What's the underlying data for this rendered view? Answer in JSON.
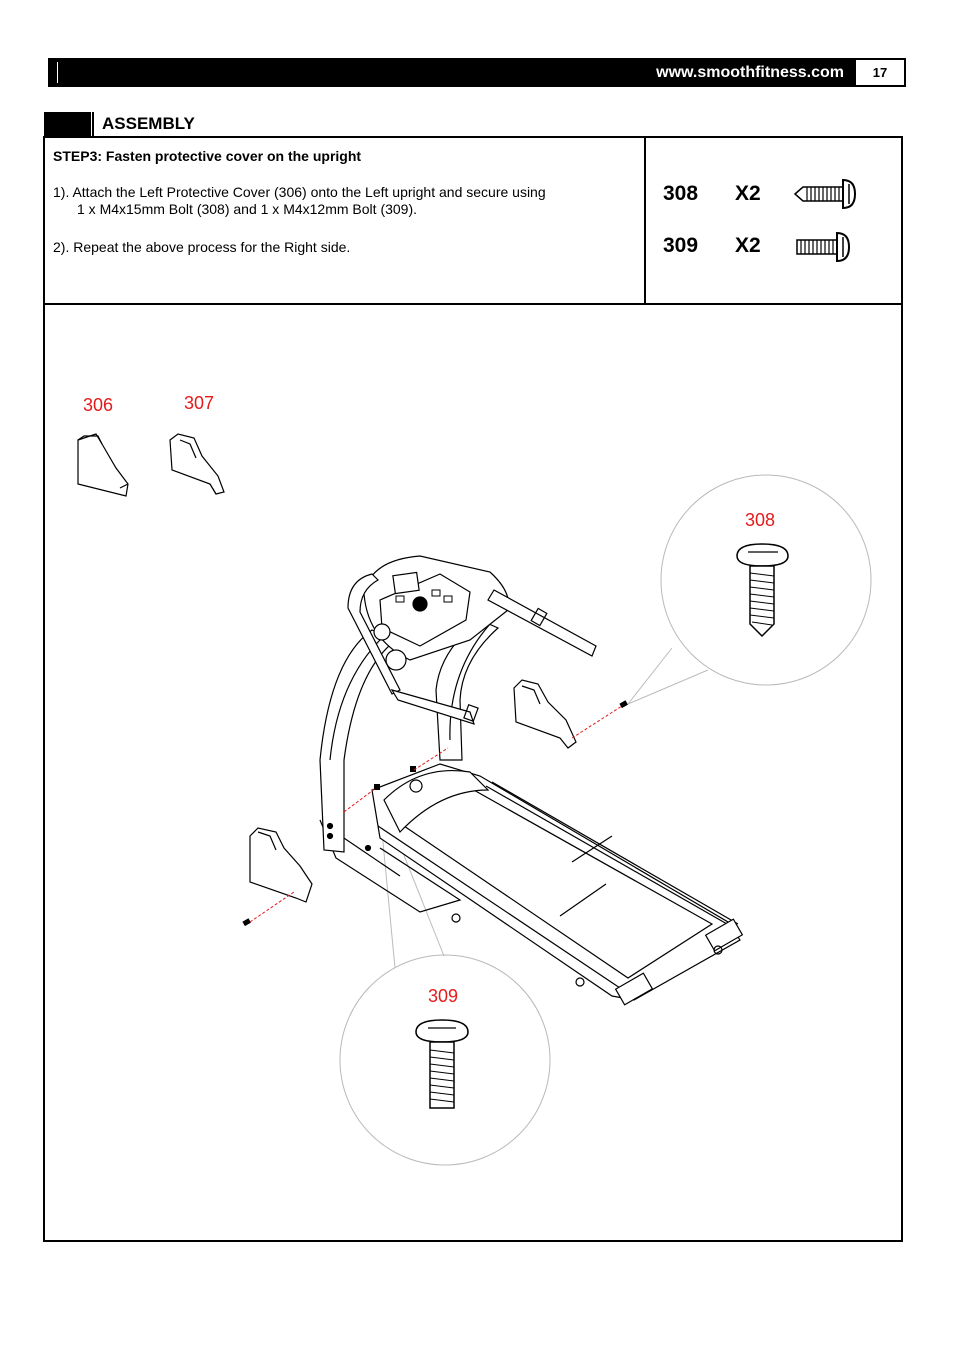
{
  "header": {
    "url": "www.smoothfitness.com",
    "page_number": "17"
  },
  "section": {
    "title": "ASSEMBLY"
  },
  "step": {
    "title": "STEP3: Fasten protective cover on the upright",
    "instructions": [
      {
        "line1": "1). Attach the Left Protective Cover (306) onto the Left upright and secure using",
        "line2": "1 x M4x15mm Bolt (308) and 1 x M4x12mm Bolt (309)."
      },
      {
        "line1": "2). Repeat the above process for the Right side."
      }
    ]
  },
  "parts": [
    {
      "id": "308",
      "qty": "X2",
      "icon": "bolt-icon"
    },
    {
      "id": "309",
      "qty": "X2",
      "icon": "bolt-icon"
    }
  ],
  "callouts": {
    "left_cover": "306",
    "right_cover": "307",
    "bolt_308": "308",
    "bolt_309": "309"
  },
  "colors": {
    "callout": "#e31b1b",
    "line": "#000000"
  }
}
